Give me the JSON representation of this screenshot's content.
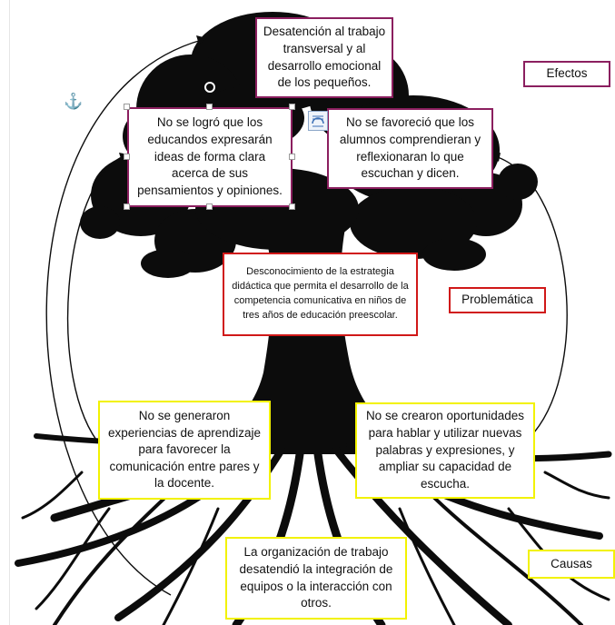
{
  "effects_label": "Efectos",
  "problem_label": "Problemática",
  "causes_label": "Causas",
  "effects": [
    "Desatención al trabajo transversal y al desarrollo emocional de los pequeños.",
    "No se logró que los educandos expresarán ideas de forma clara acerca de sus pensamientos y opiniones.",
    "No se favoreció que los alumnos comprendieran y reflexionaran lo que escuchan y dicen."
  ],
  "problem": "Desconocimiento de la estrategia didáctica que permita el desarrollo de la competencia comunicativa en niños de tres años de educación preescolar.",
  "causes": [
    "No se generaron experiencias de aprendizaje para favorecer la comunicación entre pares y la docente.",
    "No se crearon oportunidades para hablar y utilizar nuevas palabras y expresiones, y ampliar su capacidad de escucha.",
    "La organización de trabajo desatendió la integración de equipos o la interacción con otros."
  ],
  "colors": {
    "effects_border": "#8b1f5f",
    "problem_border": "#d01818",
    "causes_border": "#f2f200",
    "tree": "#0c0c0c",
    "selection_handles": "#9a9a9a"
  },
  "icons": [
    "anchor-icon",
    "layout-options-icon",
    "rotate-handle-icon"
  ]
}
